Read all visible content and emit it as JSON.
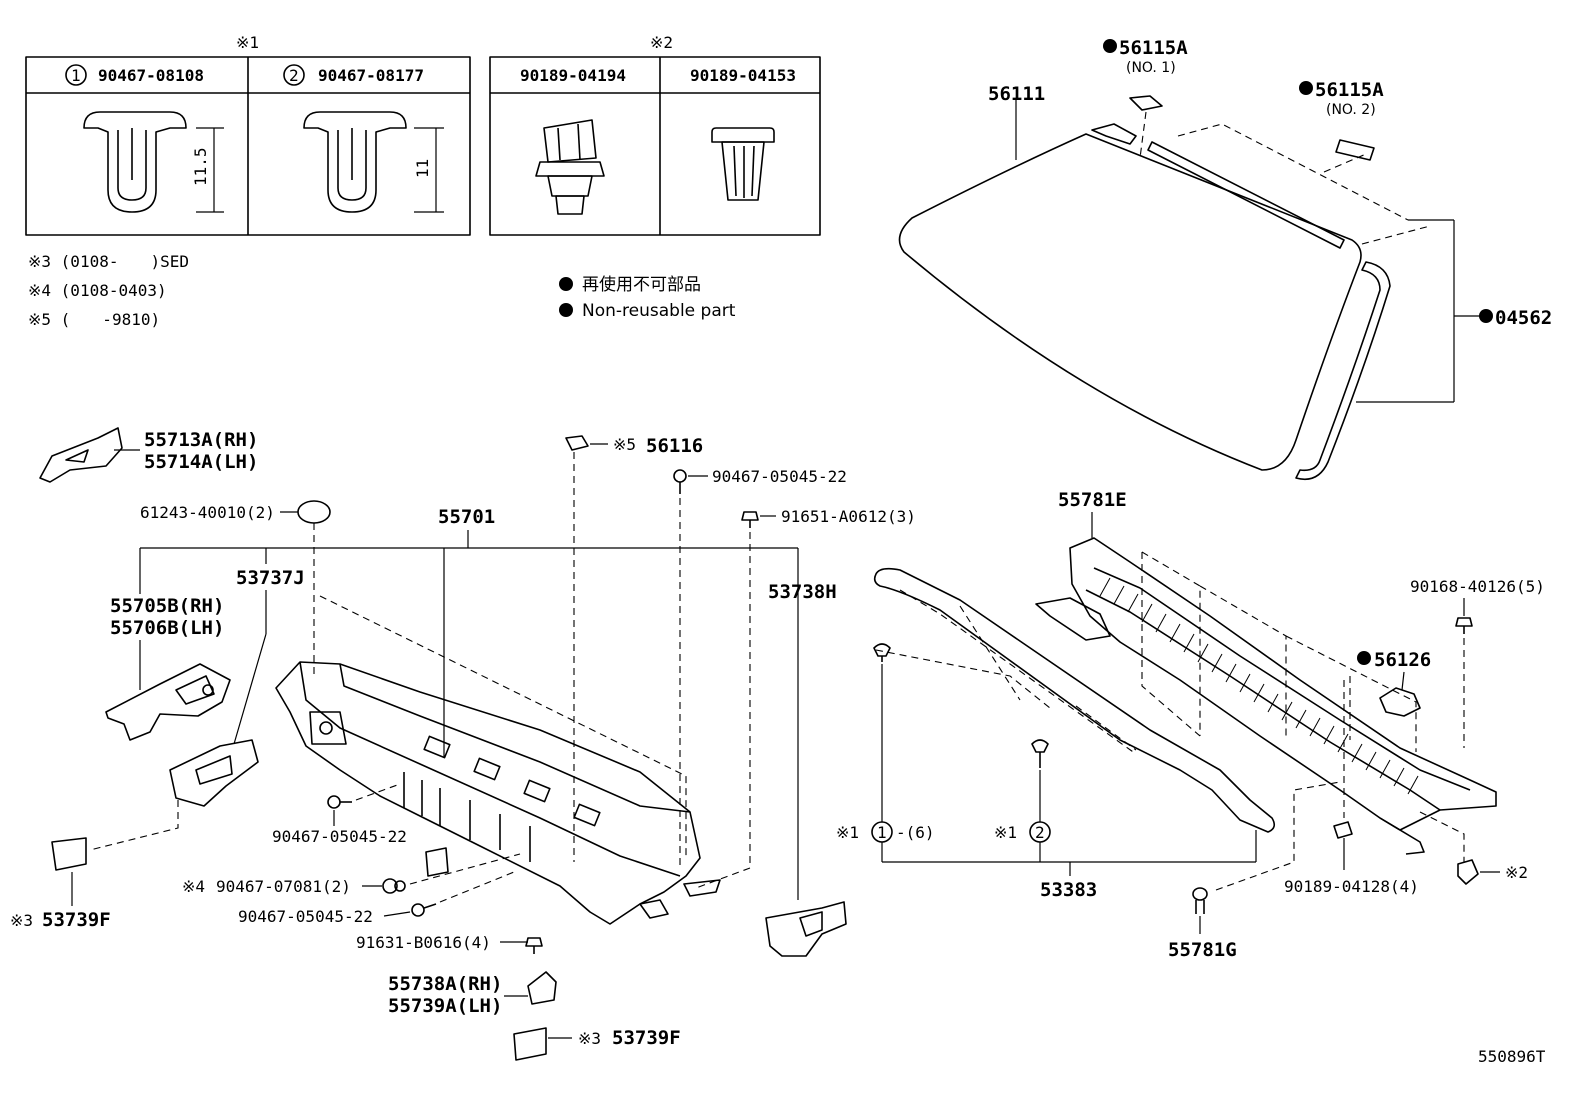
{
  "notes": {
    "ref1": "※1",
    "ref2": "※2",
    "s3": "※3 (0108-　　)SED",
    "s4": "※4 (0108-0403)",
    "s5": "※5 (　　-9810)"
  },
  "clip_table_1": {
    "col1_num": "1",
    "col1_part": "90467-08108",
    "col1_dim": "11.5",
    "col2_num": "2",
    "col2_part": "90467-08177",
    "col2_dim": "11"
  },
  "clip_table_2": {
    "col1_part": "90189-04194",
    "col2_part": "90189-04153"
  },
  "legend": {
    "jp": "再使用不可部品",
    "en": "Non-reusable part"
  },
  "labels": {
    "p56111": "56111",
    "p56115a_1": "56115A",
    "p56115a_1_sub": "(NO. 1)",
    "p56115a_2": "56115A",
    "p56115a_2_sub": "(NO. 2)",
    "p04562": "04562",
    "p55713a": "55713A(RH)",
    "p55714a": "55714A(LH)",
    "p61243": "61243-40010(2)",
    "p55701": "55701",
    "p56116_ref": "※5",
    "p56116": "56116",
    "p90467_05045_top": "90467-05045-22",
    "p91651": "91651-A0612(3)",
    "p53737j": "53737J",
    "p53738h": "53738H",
    "p55705b": "55705B(RH)",
    "p55706b": "55706B(LH)",
    "p90467_05045_mid": "90467-05045-22",
    "p90467_07081_ref": "※4",
    "p90467_07081": "90467-07081(2)",
    "p90467_05045_low": "90467-05045-22",
    "p91631": "91631-B0616(4)",
    "p53739f_left_ref": "※3",
    "p53739f_left": "53739F",
    "p55738a": "55738A(RH)",
    "p55739a": "55739A(LH)",
    "p53739f_bot_ref": "※3",
    "p53739f_bot": "53739F",
    "p55781e": "55781E",
    "p90168": "90168-40126(5)",
    "p56126": "56126",
    "p53383_c1_ref": "※1",
    "p53383_c1_num": "1",
    "p53383_c1_qty": "-(6)",
    "p53383_c2_ref": "※1",
    "p53383_c2_num": "2",
    "p53383": "53383",
    "p90189_04128": "90189-04128(4)",
    "p_ref2": "※2",
    "p55781g": "55781G",
    "diagram_code": "550896T"
  }
}
